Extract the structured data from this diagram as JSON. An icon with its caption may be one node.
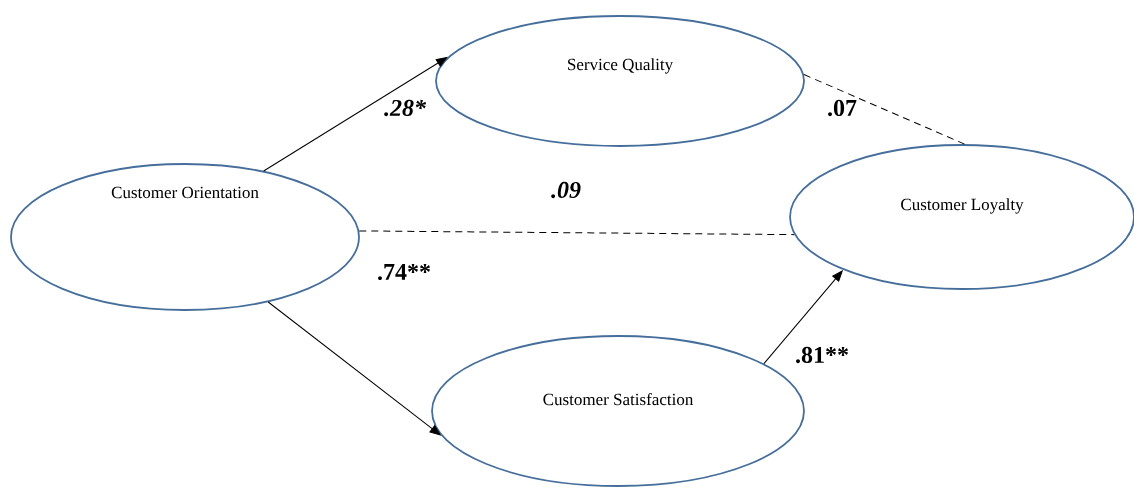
{
  "diagram": {
    "nodes": [
      {
        "text": [
          "Customer Orientation"
        ]
      },
      {
        "text": [
          "Service Quality"
        ]
      },
      {
        "text": [
          "Customer Loyalty"
        ]
      },
      {
        "text": [
          "Customer Satisfaction"
        ]
      }
    ],
    "edges": [
      {
        "from": 0,
        "to": 1,
        "arrow": "to",
        "label": ".28*"
      },
      {
        "from": 1,
        "to": 2,
        "arrow": "none",
        "style": "dashed",
        "label": ".07"
      },
      {
        "from": 0,
        "to": 2,
        "arrow": "none",
        "style": "dashed",
        "label": ".09"
      },
      {
        "from": 0,
        "to": 3,
        "arrow": "to",
        "label": ".74**"
      },
      {
        "from": 3,
        "to": 2,
        "arrow": "to",
        "label": ".81**"
      }
    ]
  }
}
